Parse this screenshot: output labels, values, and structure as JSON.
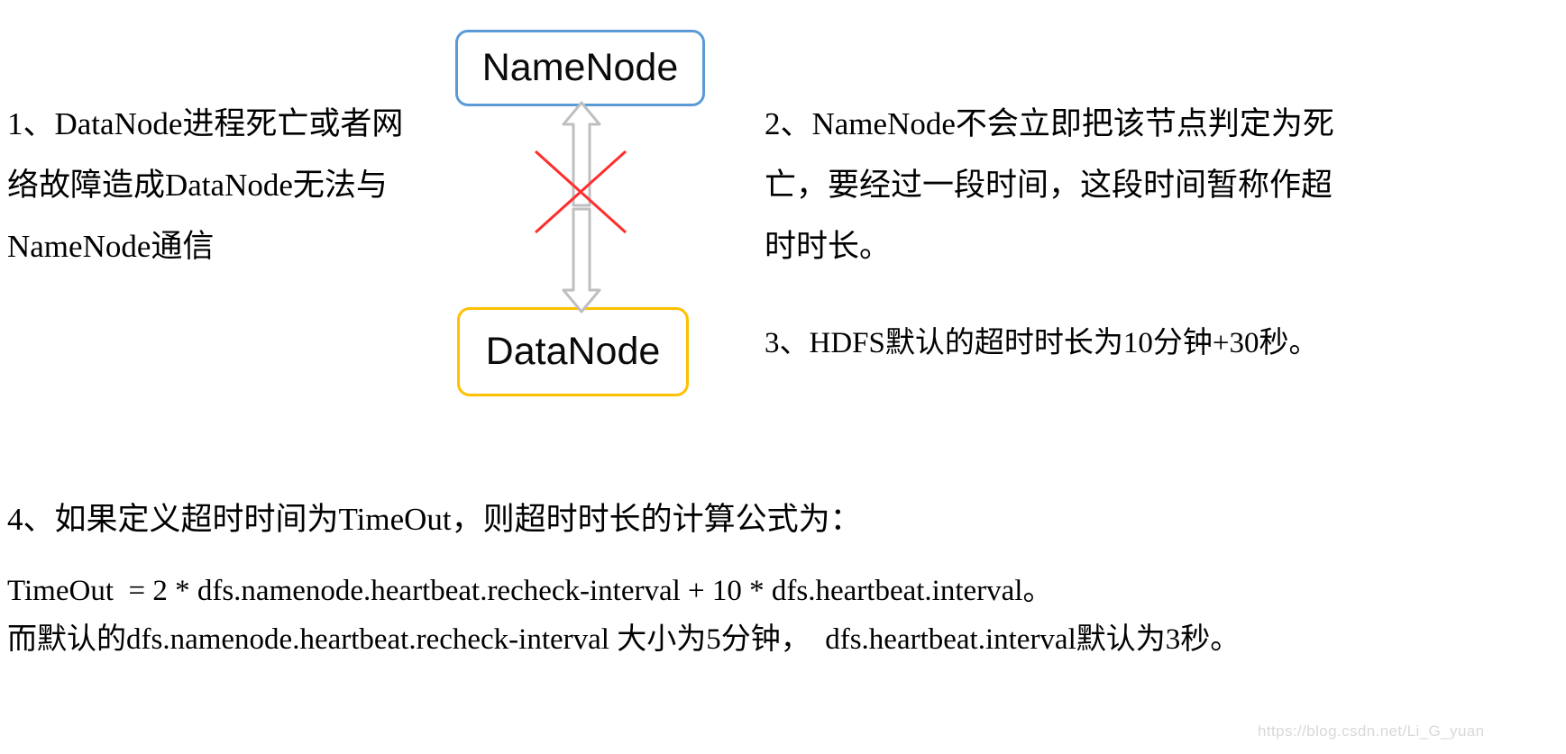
{
  "diagram": {
    "nodes": {
      "namenode": {
        "label": "NameNode",
        "border_color": "#5b9bd5"
      },
      "datanode": {
        "label": "DataNode",
        "border_color": "#ffc000"
      }
    },
    "connector": {
      "name": "bidirectional-heartbeat-arrow",
      "color": "#bfbfbf",
      "broken_marker": {
        "name": "red-cross",
        "color": "#ff0000"
      }
    }
  },
  "notes": {
    "item1": "1、DataNode进程死亡或者网络故障造成DataNode无法与NameNode通信",
    "item2": "2、NameNode不会立即把该节点判定为死亡，要经过一段时间，这段时间暂称作超时时长。",
    "item3": "3、HDFS默认的超时时长为10分钟+30秒。",
    "item4": "4、如果定义超时时间为TimeOut，则超时时长的计算公式为："
  },
  "formula": {
    "timeout_equation": "TimeOut  = 2 * dfs.namenode.heartbeat.recheck-interval + 10 * dfs.heartbeat.interval。",
    "defaults_line": "而默认的dfs.namenode.heartbeat.recheck-interval 大小为5分钟，  dfs.heartbeat.interval默认为3秒。"
  },
  "watermark": {
    "text": "https://blog.csdn.net/Li_G_yuan"
  }
}
